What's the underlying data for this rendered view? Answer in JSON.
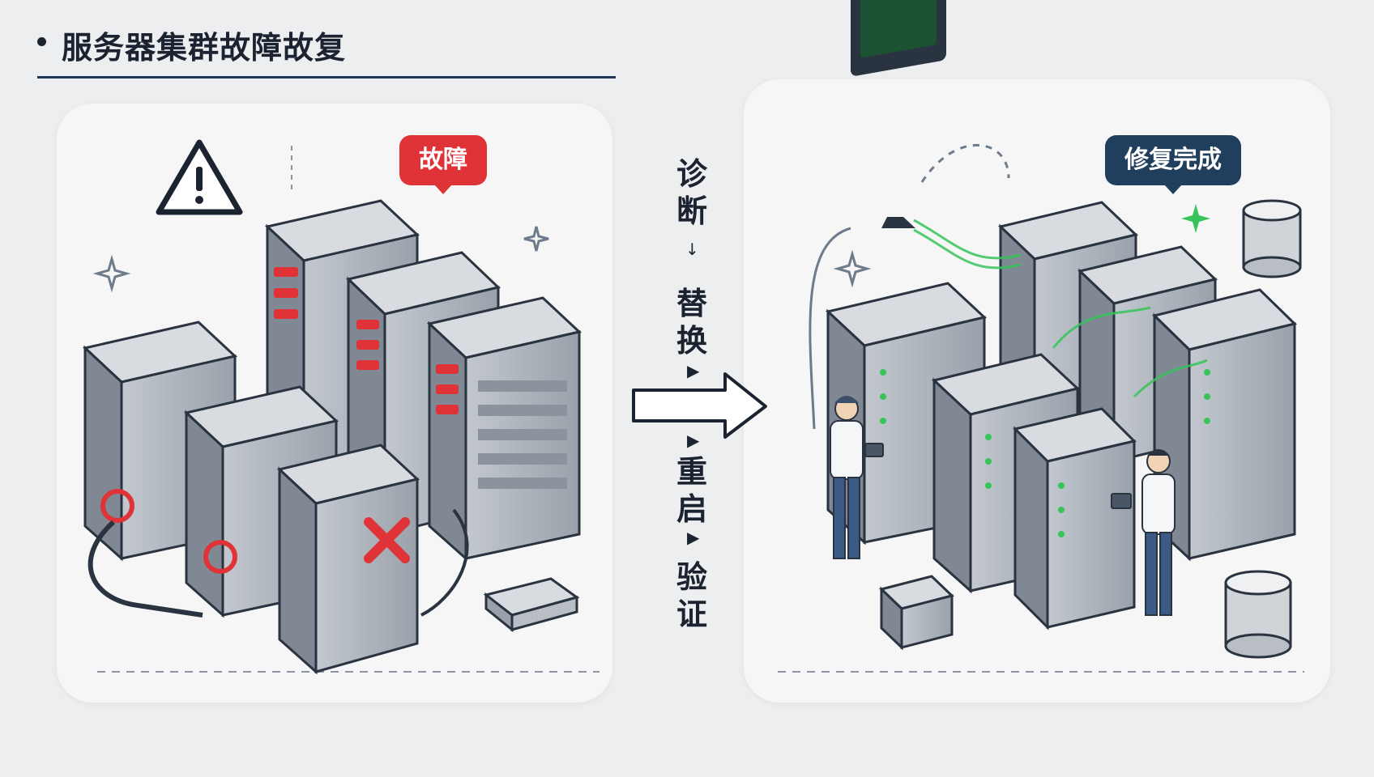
{
  "header": {
    "title": "服务器集群故障故复"
  },
  "left_panel": {
    "badge": "故障"
  },
  "right_panel": {
    "badge": "修复完成"
  },
  "process_steps": [
    {
      "chars": [
        "诊",
        "断"
      ]
    },
    {
      "chars": [
        "替",
        "换"
      ]
    },
    {
      "chars": [
        "重",
        "启"
      ]
    },
    {
      "chars": [
        "验",
        "证"
      ]
    }
  ],
  "colors": {
    "fault_red": "#e03338",
    "repair_navy": "#1f3f5c",
    "status_green": "#37c45a",
    "rack_gray": "#a9afb7"
  }
}
